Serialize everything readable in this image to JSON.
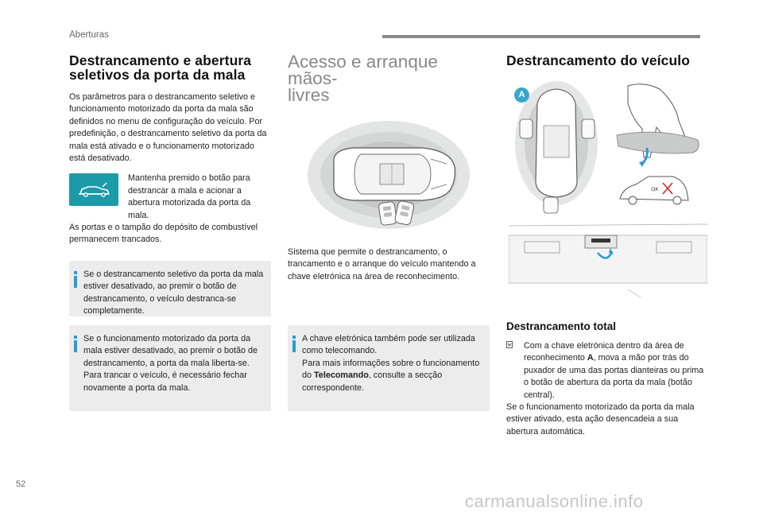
{
  "header": {
    "section": "Aberturas"
  },
  "page_number": "52",
  "watermark": "carmanualsonline.info",
  "col1": {
    "title_line1": "Destrancamento e abertura",
    "title_line2": "seletivos da porta da mala",
    "intro": "Os parâmetros para o destrancamento seletivo e funcionamento motorizado da porta da mala são definidos no menu de configuração do veículo. Por predefinição, o destrancamento seletivo da porta da mala está ativado e o funcionamento motorizado está desativado.",
    "bullet": "Mantenha premido o botão para destrancar a mala e acionar a abertura motorizada da porta da mala.",
    "note": "As portas e o tampão do depósito de combustível permanecem trancados.",
    "info1": "Se o destrancamento seletivo da porta da mala estiver desativado, ao premir o botão de destrancamento, o veículo destranca-se completamente.",
    "info2_a": "Se o funcionamento motorizado da porta da mala estiver desativado, ao premir o botão de destrancamento, a porta da mala liberta-se.",
    "info2_b": "Para trancar o veículo, é necessário fechar novamente a porta da mala."
  },
  "col2": {
    "title_line1": "Acesso e arranque mãos-",
    "title_line2": "livres",
    "body": "Sistema que permite o destrancamento, o trancamento e o arranque do veículo mantendo a chave eletrónica na área de reconhecimento.",
    "info_a": "A chave eletrónica também pode ser utilizada como telecomando.",
    "info_b_pre": "Para mais informações sobre o funcionamento do ",
    "info_b_bold": "Telecomando",
    "info_b_post": ", consulte a secção correspondente."
  },
  "col3": {
    "title": "Destrancamento do veículo",
    "callout_label": "A",
    "car_badge": "OK",
    "subtitle": "Destrancamento total",
    "bullet_pre": "Com a chave eletrónica dentro da área de reconhecimento ",
    "bullet_bold": "A",
    "bullet_post": ", mova a mão por trás do puxador de uma das portas dianteiras ou prima o botão de abertura da porta da mala (botão central).",
    "note": "Se o funcionamento motorizado da porta da mala estiver ativado, esta ação desencadeia a sua abertura automática."
  },
  "colors": {
    "accent_teal": "#1d9aa8",
    "info_blue": "#2b9bd3",
    "info_bg": "#ececec",
    "callout": "#3ba6c9"
  },
  "icons": [
    "trunk-car-icon",
    "info-icon",
    "bullet-arrow-icon",
    "car-top-view-illustration",
    "hand-door-handle-illustration",
    "tailgate-button-illustration"
  ]
}
